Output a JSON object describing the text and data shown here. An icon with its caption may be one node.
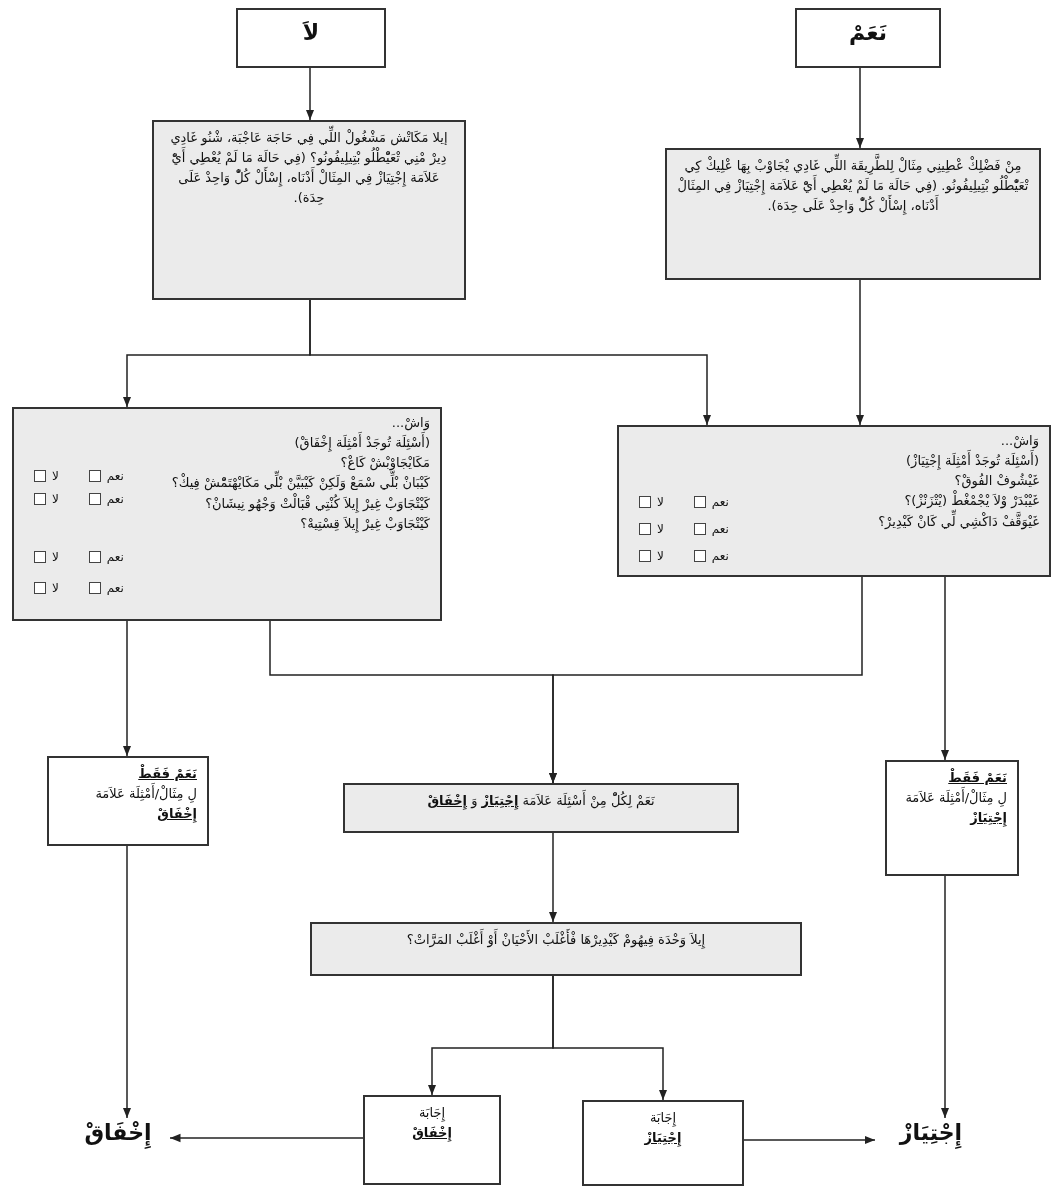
{
  "diagram": {
    "nodes": [
      {
        "text": [
          "لاَ"
        ]
      },
      {
        "text": [
          "نَعَمْ"
        ]
      },
      {
        "text": [
          "إيلا مَكَاتْش مَشْغُولْ اللِّي فِي حَاجَة عَاجْبَة، شْنُو غَادِي دِيرْ مْنِي تْعَيّْطْلُو بْتِيلِيفُونُو؟ (فِي حَالَة مَا لَمْ يُعْطِي أَيّْ عَلاَمَة إِجْتِيَازْ فِي المِثَالْ أَدْنَاه، إِسْأَلْ كُلّْ وَاحِدْ عَلَى حِدَة)."
        ]
      },
      {
        "text": [
          "مِنْ فَضْلِكْ عْطِينِي مِثَالْ لِلطَّرِيقَة اللِّي غَادِي يْجَاوْبْ بِهَا عْلِيكْ كِي تْعَيّْطْلُو بْتِيلِيفُونُو. (فِي حَالَة مَا لَمْ يُعْطِي أَيّْ عَلاَمَة إِجْتِيَازْ فِي المِثَالْ أَدْنَاه، إِسْأَلْ كُلّْ وَاحِدْ عَلَى حِدَة)."
        ]
      },
      {
        "text": [
          "وَاشْ...",
          "(أَسْئِلَة تُوجَدْ أَمْثِلَة إِخْفَاقْ)",
          "مَكَايْجَاوْبْشْ كَاعْ؟",
          "كَيْبَانْ بْلِّي سْمَعْ وَلَكِنْ كَيْبَيَّنْ بْلِّي مَكَايْهْتَمّْشْ فِيكْ؟",
          "كَيْتْجَاوَبْ غِيرْ إِيلاَ كُنْتِي قْبَالْتْ وَجْهُو نِيشَانْ؟",
          "كَيْتْجَاوَبْ غِيرْ إِيلاَ قِسْتِيهْ؟"
        ]
      },
      {
        "text": [
          "وَاشْ...",
          "(أَسْئِلَة تُوجَدْ أَمْثِلَة إِجْتِيَازْ)",
          "غَيْشُوفْ الفُوقْ؟",
          "غَيْبْدَرْ وْلاَ يْجْمْغْطْ (يْتْزَنْزْ)؟",
          "غَيْوَقَّفْ دَاكْشِي لِّي كَانْ كَيْدِيرْ؟"
        ]
      },
      {
        "text": [
          "نَعَمْ فَقَطْ",
          "لِ مِثَالْ/أَمْثِلَة عَلاَمَة **إِخْفَاقْ**"
        ]
      },
      {
        "text": [
          "نَعَمْ لِكُلّْ مِنْ أَسْئِلَة عَلاَمَة **إِجْتِيَازْ** وَ **إِخْفَاقْ**"
        ]
      },
      {
        "text": [
          "نَعَمْ فَقَطْ",
          "لِ مِثَالْ/أَمْثِلَة عَلاَمَة **إِجْتِيَازْ**"
        ]
      },
      {
        "text": [
          "إِيلاَ وَحْدَة فِيهُومْ كَيْدِيرْهَا فْأَغْلَبْ الأَحْيَانْ أَوْ أَغْلَبْ المَرَّاتْ؟"
        ]
      },
      {
        "text": [
          "إِجَابَة",
          "إِخْفَاقْ"
        ]
      },
      {
        "text": [
          "إِجَابَة",
          "إِجْتِيَازْ"
        ]
      },
      {
        "text": [
          "إِخْفَاقْ"
        ]
      },
      {
        "text": [
          "إِجْتِيَازْ"
        ]
      }
    ],
    "edges": [
      {
        "from": 0,
        "to": 2,
        "arrow": "to"
      },
      {
        "from": 1,
        "to": 3,
        "arrow": "to"
      },
      {
        "from": 2,
        "to": 4,
        "arrow": "to"
      },
      {
        "from": 2,
        "to": 5,
        "arrow": "to"
      },
      {
        "from": 3,
        "to": 5,
        "arrow": "to"
      },
      {
        "from": 4,
        "to": 7,
        "arrow": "to"
      },
      {
        "from": 5,
        "to": 7,
        "arrow": "to"
      },
      {
        "from": 4,
        "to": 6,
        "arrow": "to"
      },
      {
        "from": 5,
        "to": 8,
        "arrow": "to"
      },
      {
        "from": 7,
        "to": 9,
        "arrow": "to"
      },
      {
        "from": 9,
        "to": 10,
        "arrow": "to"
      },
      {
        "from": 9,
        "to": 11,
        "arrow": "to"
      },
      {
        "from": 6,
        "to": 12,
        "arrow": "to"
      },
      {
        "from": 8,
        "to": 13,
        "arrow": "to"
      },
      {
        "from": 10,
        "to": 12,
        "arrow": "to"
      },
      {
        "from": 11,
        "to": 13,
        "arrow": "to"
      }
    ],
    "labels": [
      "نعم",
      "لا",
      "نعم",
      "لا",
      "نعم",
      "لا",
      "نعم",
      "لا",
      "نعم",
      "لا",
      "نعم",
      "لا",
      "نعم",
      "لا"
    ]
  }
}
